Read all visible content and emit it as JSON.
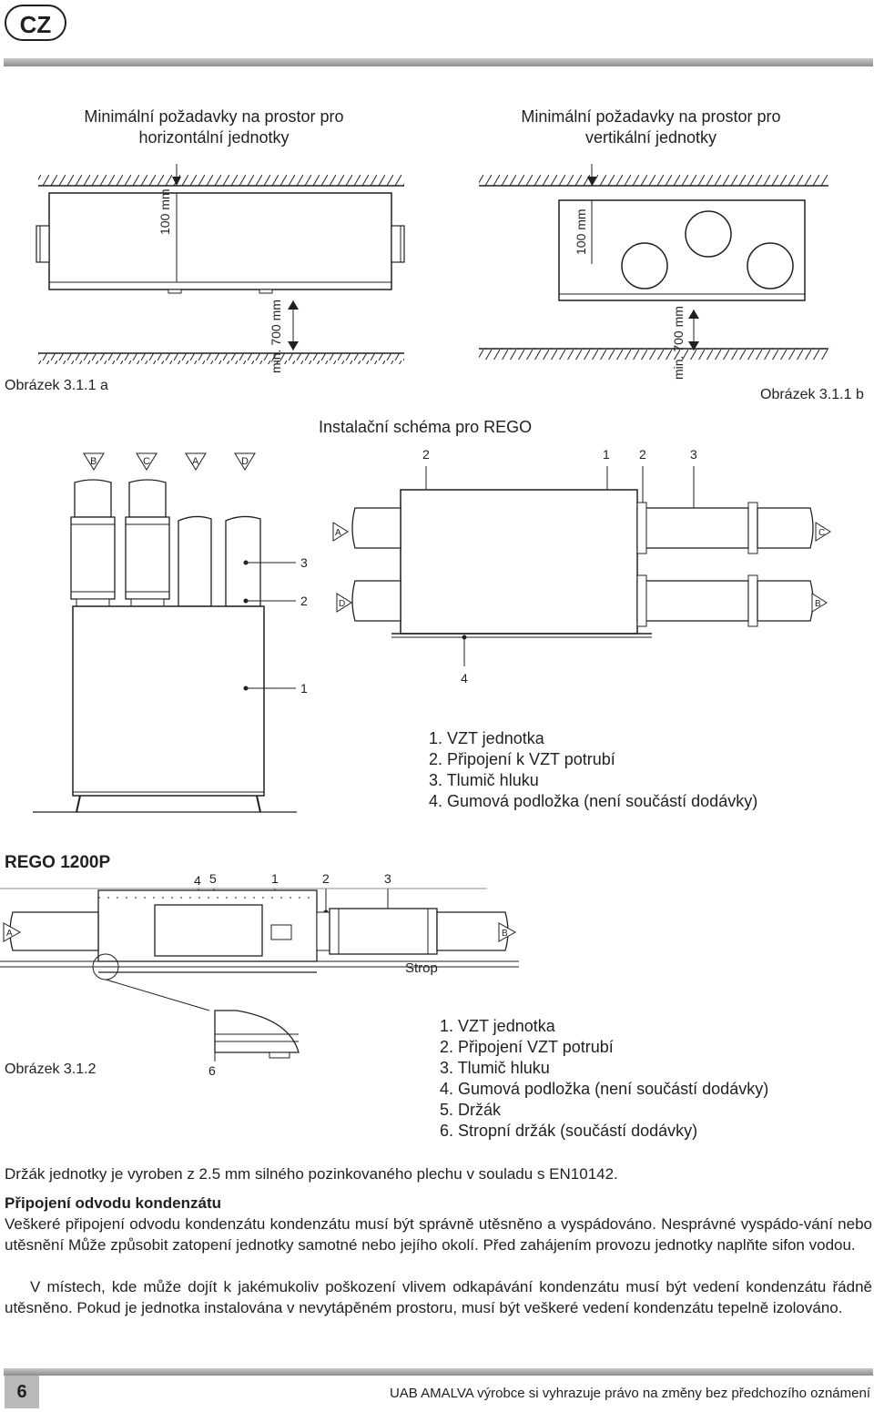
{
  "header": {
    "lang_badge": "CZ"
  },
  "section1": {
    "title_horizontal": "Minimální požadavky na prostor pro\nhorizontální jednotky",
    "title_vertical": "Minimální požadavky na prostor pro\nvertikální jednotky",
    "dim_100_left": "100 mm",
    "dim_700_left": "min. 700 mm",
    "dim_100_right": "100 mm",
    "dim_700_right": "min. 700 mm",
    "fig_a": "Obrázek 3.1.1 a",
    "fig_b": "Obrázek 3.1.1 b"
  },
  "section2": {
    "title": "Instalační schéma pro REGO",
    "top_labels_left": [
      "B",
      "C",
      "A",
      "D"
    ],
    "callout_left": [
      "3",
      "2",
      "1"
    ],
    "top_numbers_right": [
      "2",
      "1",
      "2",
      "3"
    ],
    "duct_labels_right": [
      "A",
      "C",
      "D",
      "B"
    ],
    "callout_right_bottom": "4",
    "legend": [
      "1. VZT jednotka",
      "2. Připojení k VZT potrubí",
      "3. Tlumič hluku",
      "4. Gumová podložka (není součástí dodávky)"
    ]
  },
  "section3": {
    "title": "REGO 1200P",
    "top_numbers": [
      "4",
      "5",
      "1",
      "2",
      "3"
    ],
    "duct_left": "A",
    "duct_right": "B",
    "ceiling_label": "Strop",
    "detail_number": "6",
    "fig": "Obrázek 3.1.2",
    "legend": [
      "1. VZT jednotka",
      "2. Připojení VZT potrubí",
      "3. Tlumič hluku",
      "4. Gumová podložka (není součástí dodávky)",
      "5. Držák",
      "6. Stropní držák (součástí dodávky)"
    ]
  },
  "text": {
    "bracket_note": "Držák jednotky je vyroben z 2.5 mm silného pozinkovaného plechu v souladu s EN10142.",
    "condensate_heading": "Připojení odvodu kondenzátu",
    "para1": "Veškeré připojení odvodu kondenzátu kondenzátu musí být správně utěsněno a vyspádováno. Nesprávné vyspádo-vání nebo utěsnění Může způsobit zatopení jednotky samotné nebo jejího okolí. Před zahájením provozu jednotky naplňte sifon vodou.",
    "para2": "V místech, kde může dojít k jakémukoliv poškození vlivem odkapávání kondenzátu musí být vedení kondenzátu řádně utěsněno. Pokud je jednotka instalována v nevytápěném prostoru, musí být veškeré vedení kondenzátu tepelně izolováno."
  },
  "footer": {
    "page_number": "6",
    "note": "UAB AMALVA výrobce si vyhrazuje právo na změny bez předchozího oznámení"
  }
}
